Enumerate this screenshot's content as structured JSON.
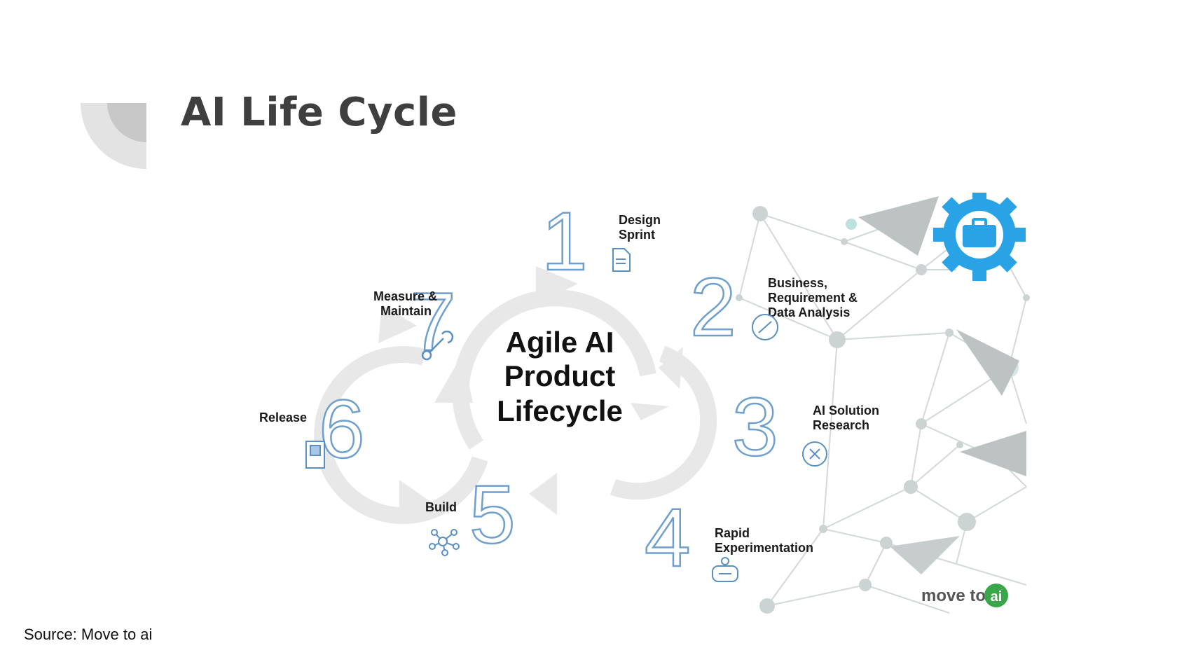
{
  "slide": {
    "title": "AI Life Cycle",
    "source": "Source: Move to ai"
  },
  "diagram": {
    "center_title_lines": [
      "Agile AI",
      "Product",
      "Lifecycle"
    ],
    "steps": [
      {
        "number": "1",
        "label_lines": [
          "Design",
          "Sprint"
        ],
        "icon": "document-icon"
      },
      {
        "number": "2",
        "label_lines": [
          "Business,",
          "Requirement &",
          "Data Analysis"
        ],
        "icon": "compass-icon"
      },
      {
        "number": "3",
        "label_lines": [
          "AI Solution",
          "Research"
        ],
        "icon": "target-icon"
      },
      {
        "number": "4",
        "label_lines": [
          "Rapid",
          "Experimentation"
        ],
        "icon": "robot-icon"
      },
      {
        "number": "5",
        "label_lines": [
          "Build"
        ],
        "icon": "network-icon"
      },
      {
        "number": "6",
        "label_lines": [
          "Release"
        ],
        "icon": "server-icon"
      },
      {
        "number": "7",
        "label_lines": [
          "Measure &",
          "Maintain"
        ],
        "icon": "wrench-icon"
      }
    ],
    "logo": {
      "word": "move to",
      "badge": "ai"
    },
    "colors": {
      "number_outline": "#6f9fcc",
      "arrow_gray": "#e6e6e6",
      "gear_blue": "#2aa3e6",
      "network_gray": "#c9cfcf",
      "logo_green": "#3aa64a"
    }
  }
}
